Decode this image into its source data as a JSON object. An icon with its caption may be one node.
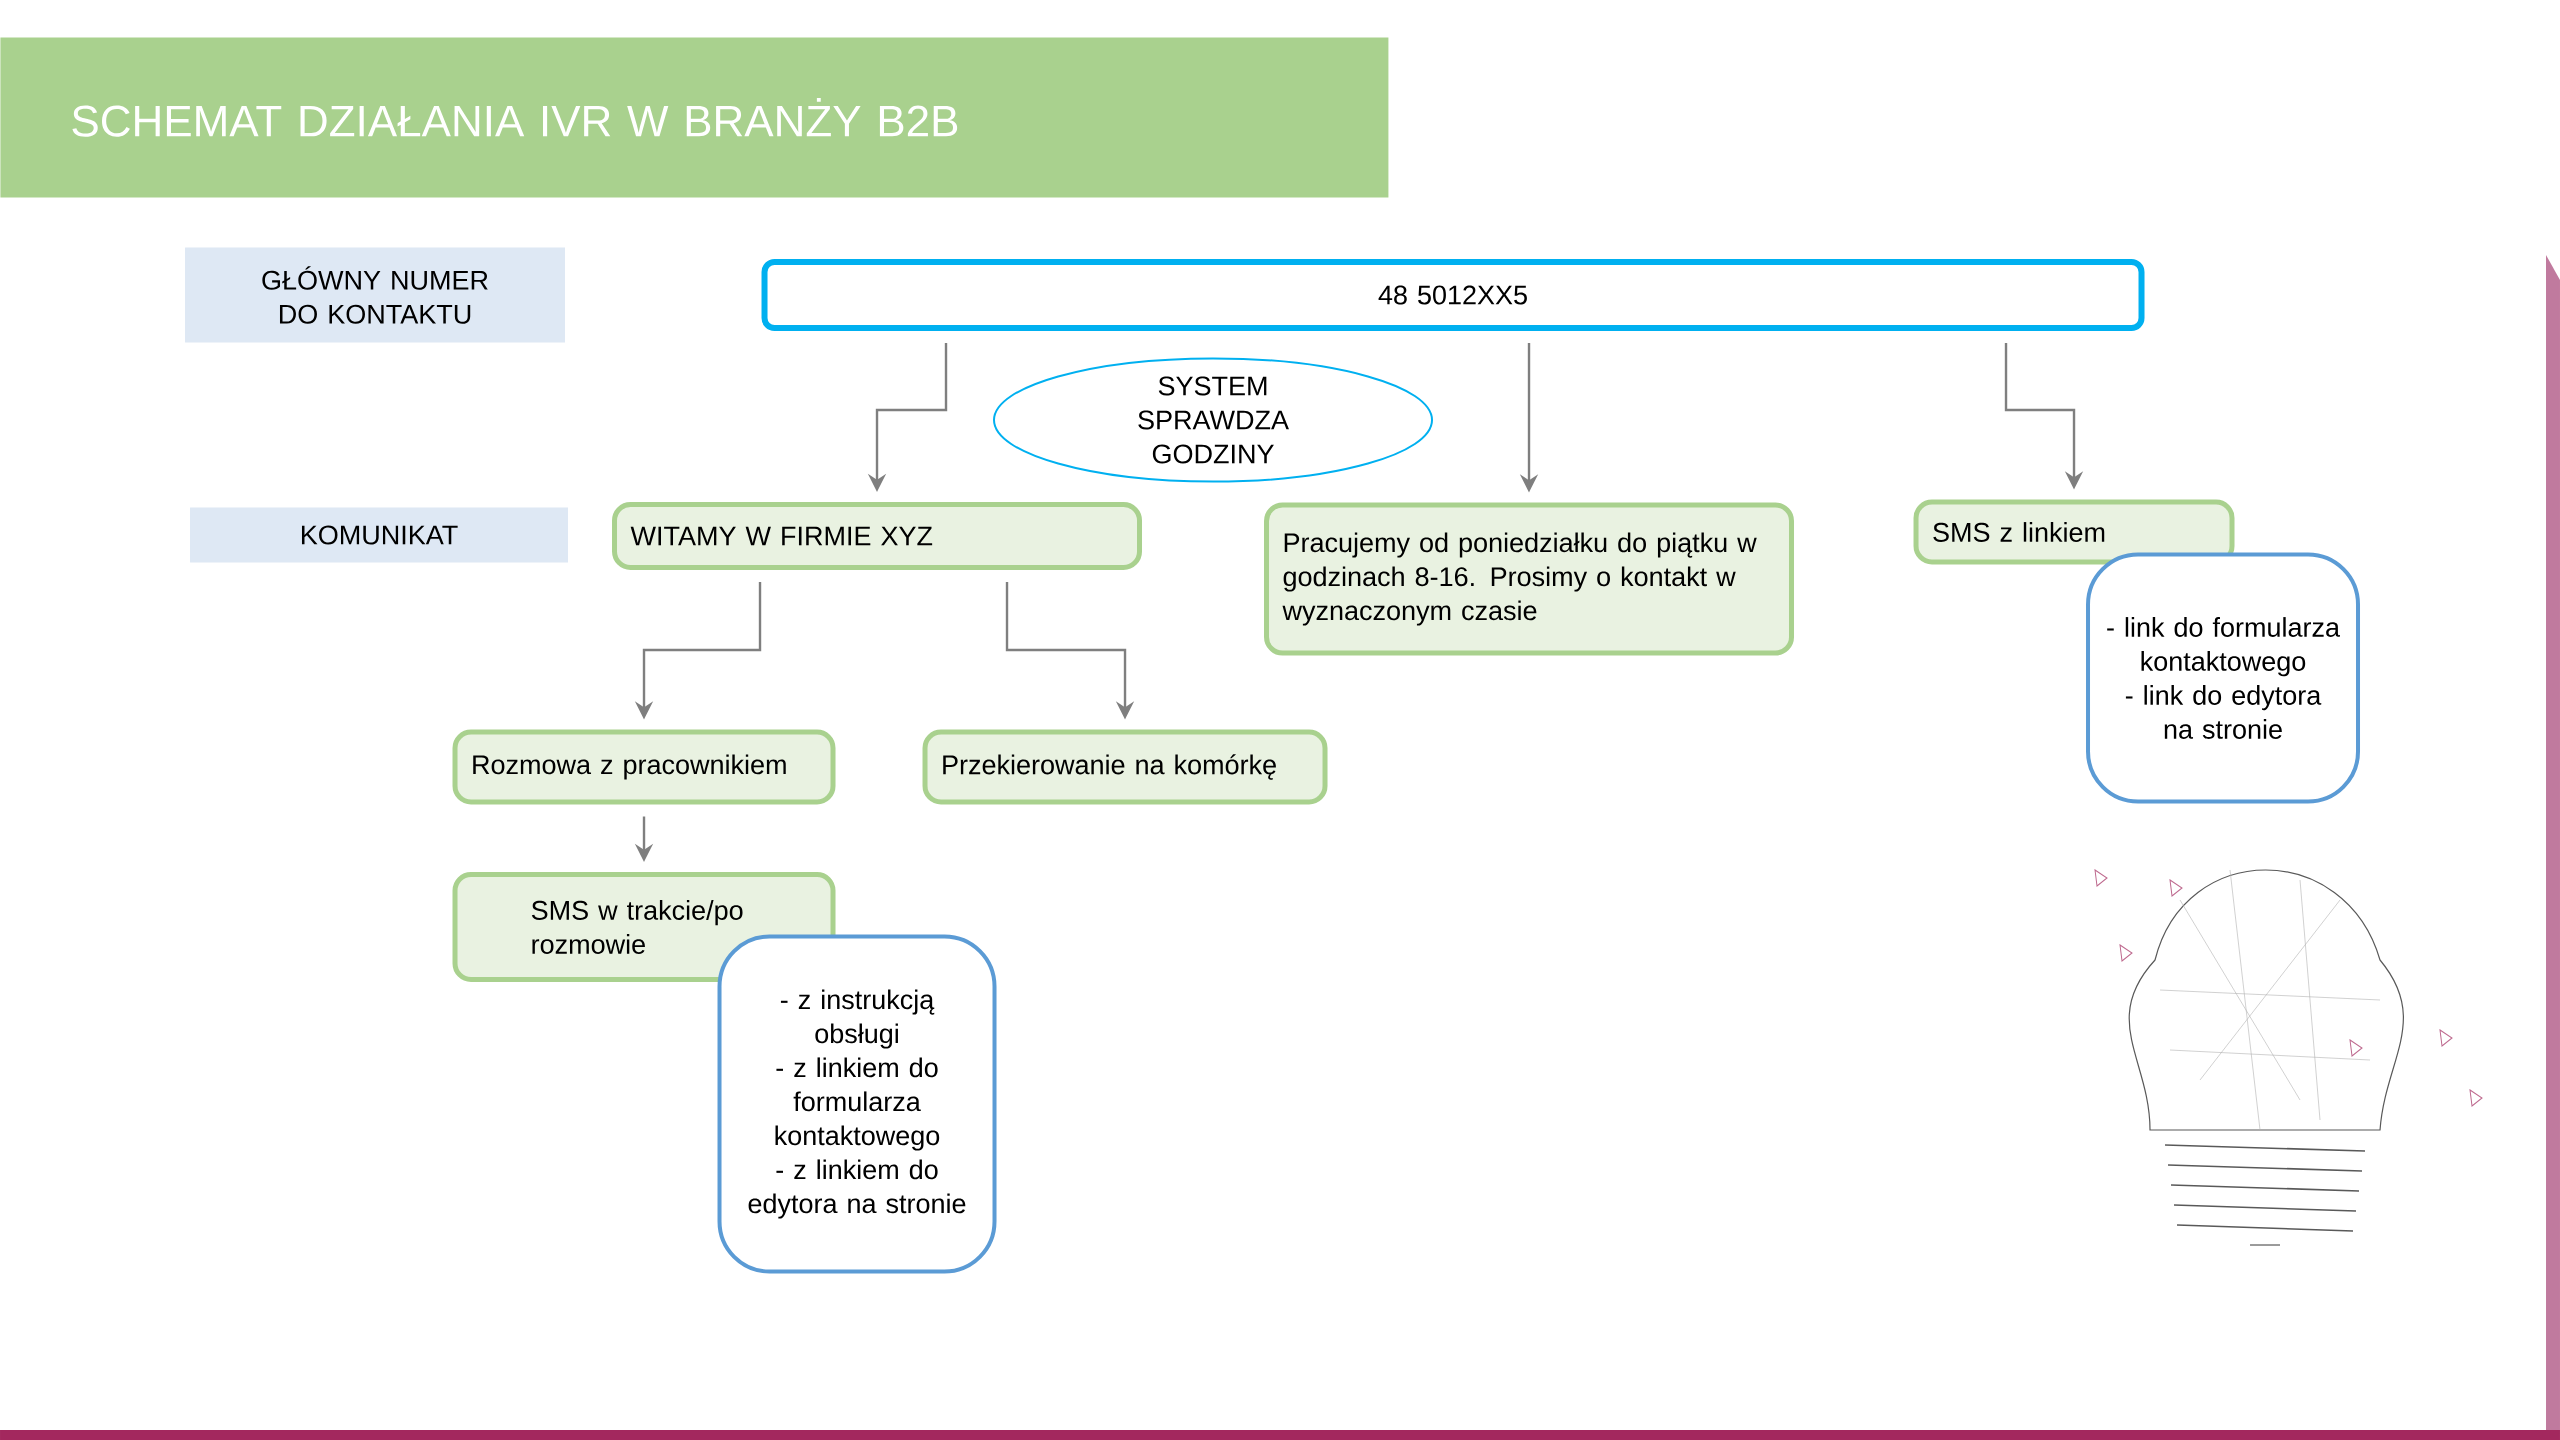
{
  "diagram": {
    "title": "SCHEMAT DZIAŁANIA IVR W BRANŻY B2B",
    "nodes": [
      {
        "text": [
          "GŁÓWNY NUMER DO KONTAKTU"
        ]
      },
      {
        "text": [
          "48 5012XX5"
        ]
      },
      {
        "text": [
          "SYSTEM SPRAWDZA GODZINY"
        ]
      },
      {
        "text": [
          "KOMUNIKAT"
        ]
      },
      {
        "text": [
          "WITAMY W FIRMIE XYZ"
        ]
      },
      {
        "text": [
          "Pracujemy od poniedziałku do piątku w godzinach 8-16. Prosimy o kontakt w wyznaczonym czasie"
        ]
      },
      {
        "text": [
          "SMS z linkiem"
        ]
      },
      {
        "text": [
          "- link do formularza kontaktowego",
          "- link do edytora na stronie"
        ]
      },
      {
        "text": [
          "Rozmowa z pracownikiem"
        ]
      },
      {
        "text": [
          "Przekierowanie na komórkę"
        ]
      },
      {
        "text": [
          "SMS w trakcie/po rozmowie"
        ]
      },
      {
        "text": [
          "- z instrukcją obsługi",
          "- z linkiem do formularza kontaktowego",
          "- z linkiem do edytora na stronie"
        ]
      }
    ],
    "edges": [
      {
        "from": 1,
        "to": 4,
        "arrow": "to"
      },
      {
        "from": 1,
        "to": 5,
        "arrow": "to"
      },
      {
        "from": 1,
        "to": 6,
        "arrow": "to"
      },
      {
        "from": 4,
        "to": 8,
        "arrow": "to"
      },
      {
        "from": 4,
        "to": 9,
        "arrow": "to"
      },
      {
        "from": 8,
        "to": 10,
        "arrow": "to"
      }
    ]
  }
}
